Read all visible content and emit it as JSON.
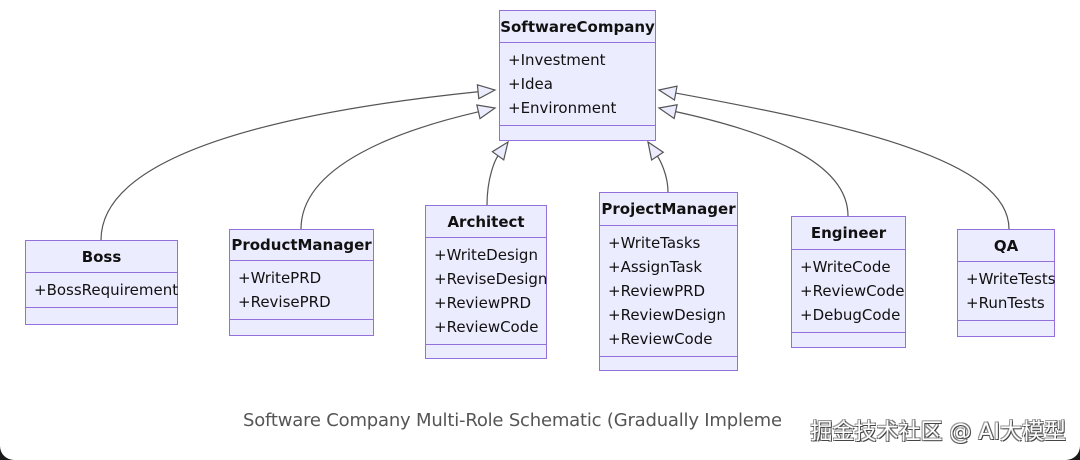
{
  "diagram": {
    "type": "uml-class-diagram",
    "caption": "Software Company Multi-Role Schematic (Gradually Implementing)",
    "caption_visible": "Software Company Multi-Role Schematic (Gradually Impleme",
    "watermark": "掘金技术社区 @ AI大模型",
    "colors": {
      "class_fill": "#ECECFF",
      "class_border": "#9370DB",
      "edge": "#555555",
      "arrowhead_fill": "#ECECFF"
    },
    "classes": [
      {
        "id": "SoftwareCompany",
        "name": "SoftwareCompany",
        "members": [
          "+Investment",
          "+Idea",
          "+Environment"
        ]
      },
      {
        "id": "Boss",
        "name": "Boss",
        "members": [
          "+BossRequirement"
        ]
      },
      {
        "id": "ProductManager",
        "name": "ProductManager",
        "members": [
          "+WritePRD",
          "+RevisePRD"
        ]
      },
      {
        "id": "Architect",
        "name": "Architect",
        "members": [
          "+WriteDesign",
          "+ReviseDesign",
          "+ReviewPRD",
          "+ReviewCode"
        ]
      },
      {
        "id": "ProjectManager",
        "name": "ProjectManager",
        "members": [
          "+WriteTasks",
          "+AssignTask",
          "+ReviewPRD",
          "+ReviewDesign",
          "+ReviewCode"
        ]
      },
      {
        "id": "Engineer",
        "name": "Engineer",
        "members": [
          "+WriteCode",
          "+ReviewCode",
          "+DebugCode"
        ]
      },
      {
        "id": "QA",
        "name": "QA",
        "members": [
          "+WriteTests",
          "+RunTests"
        ]
      }
    ],
    "relations": [
      {
        "from": "Boss",
        "to": "SoftwareCompany",
        "kind": "inheritance"
      },
      {
        "from": "ProductManager",
        "to": "SoftwareCompany",
        "kind": "inheritance"
      },
      {
        "from": "Architect",
        "to": "SoftwareCompany",
        "kind": "inheritance"
      },
      {
        "from": "ProjectManager",
        "to": "SoftwareCompany",
        "kind": "inheritance"
      },
      {
        "from": "Engineer",
        "to": "SoftwareCompany",
        "kind": "inheritance"
      },
      {
        "from": "QA",
        "to": "SoftwareCompany",
        "kind": "inheritance"
      }
    ]
  }
}
